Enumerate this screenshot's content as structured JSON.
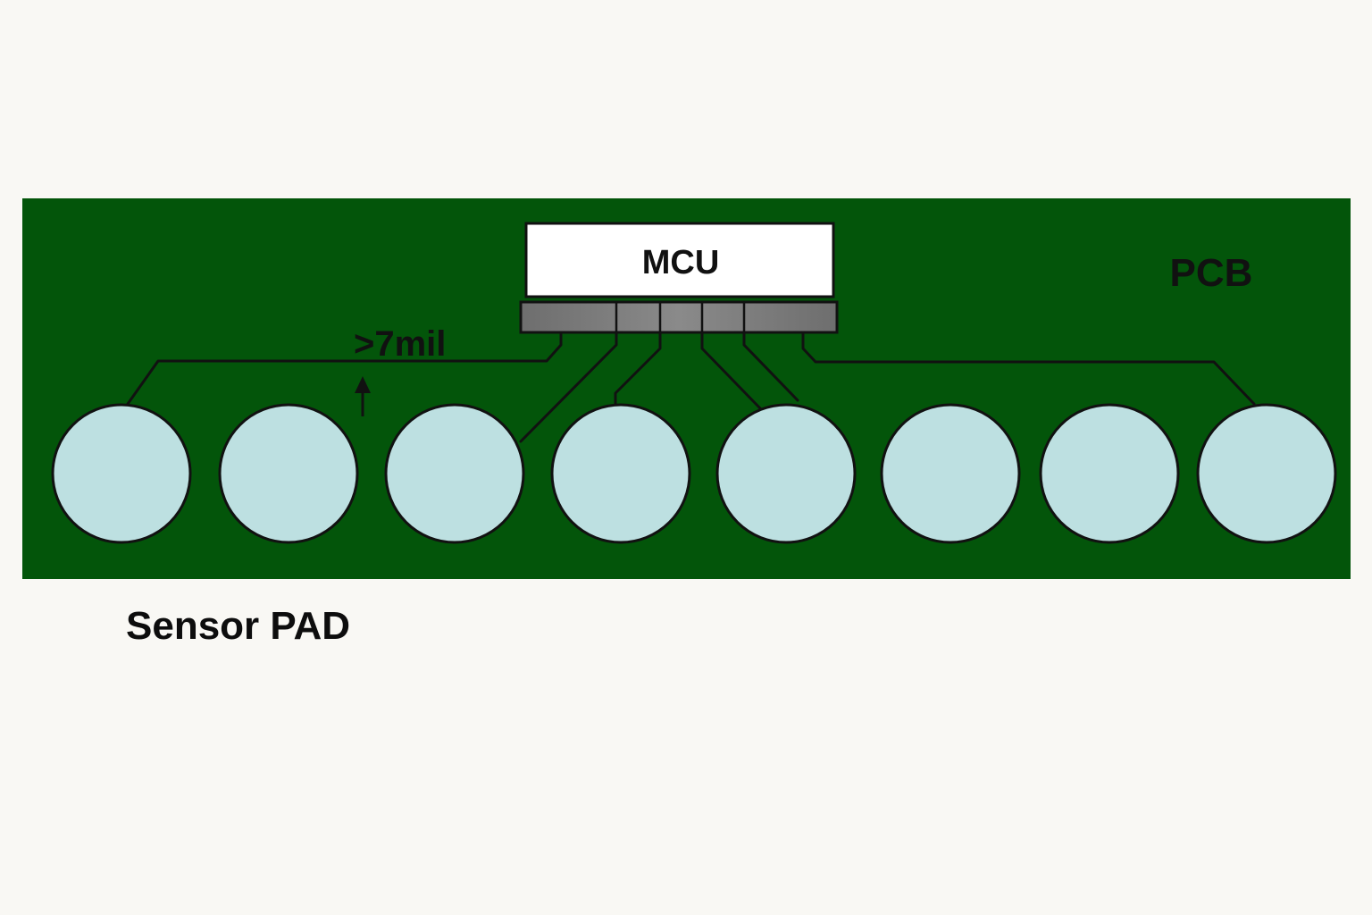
{
  "labels": {
    "mcu": "MCU",
    "pcb": "PCB",
    "spacing": ">7mil",
    "sensor_pad": "Sensor PAD"
  },
  "colors": {
    "background": "#f9f8f4",
    "pcb_board": "#03550a",
    "mcu_body": "#ffffff",
    "mcu_pins": "#7c7c7c",
    "sensor_pad_fill": "#bde0e1",
    "trace": "#111111"
  },
  "sensor_pads": {
    "count": 8
  },
  "icons": {
    "spacing_arrow": "arrow-up-icon"
  }
}
